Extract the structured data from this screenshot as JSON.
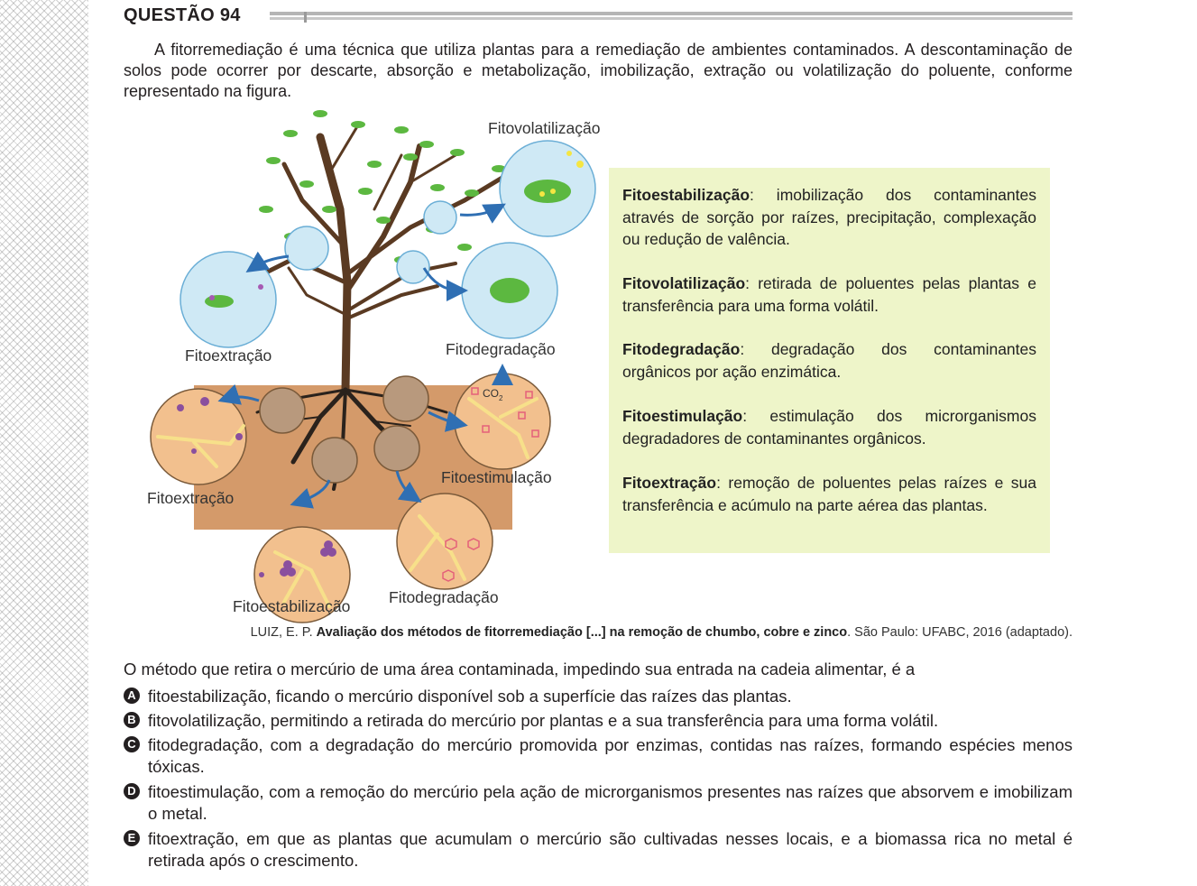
{
  "header": {
    "title": "QUESTÃO 94"
  },
  "intro": "A fitorremediação é uma técnica que utiliza plantas para a remediação de ambientes contaminados. A descontaminação de solos pode ocorrer por descarte, absorção e metabolização, imobilização, extração ou volatilização do poluente, conforme representado na figura.",
  "figure": {
    "labels": {
      "fitovolatilizacao": "Fitovolatilização",
      "fitoextracao_top": "Fitoextração",
      "fitodegradacao_top": "Fitodegradação",
      "fitoestimulacao": "Fitoestimulação",
      "fitoextracao_bottom": "Fitoextração",
      "fitoestabilizacao": "Fitoestabilização",
      "fitodegradacao_bottom": "Fitodegradação",
      "co2": "CO",
      "co2_sub": "2"
    },
    "colors": {
      "leaf": "#5cb840",
      "trunk": "#5a3a22",
      "soil": "#d49a6a",
      "bubble": "#cfe9f5",
      "root_bubble": "#f2c08e",
      "arrow": "#2f6fb3"
    }
  },
  "definitions": [
    {
      "term": "Fitoestabilização",
      "text": ": imobilização dos contaminantes através de sorção por raízes, precipitação, complexação ou redução de valência."
    },
    {
      "term": "Fitovolatilização",
      "text": ": retirada de poluentes pelas plantas e transferência para uma forma volátil."
    },
    {
      "term": "Fitodegradação",
      "text": ": degradação dos contaminantes orgânicos por ação enzimática."
    },
    {
      "term": "Fitoestimulação",
      "text": ": estimulação dos microrganismos degradadores de contaminantes orgânicos."
    },
    {
      "term": "Fitoextração",
      "text": ": remoção de poluentes pelas raízes e sua transferência e acúmulo na parte aérea das plantas."
    }
  ],
  "citation": {
    "author": "LUIZ, E. P. ",
    "title": "Avaliação dos métodos de fitorremediação [...] na remoção de chumbo, cobre e zinco",
    "rest": ". São Paulo: UFABC, 2016 (adaptado)."
  },
  "question": "O método que retira o mercúrio de uma área contaminada, impedindo sua entrada na cadeia alimentar, é a",
  "options": [
    {
      "letter": "A",
      "text": "fitoestabilização, ficando o mercúrio disponível sob a superfície das raízes das plantas."
    },
    {
      "letter": "B",
      "text": "fitovolatilização, permitindo a retirada do mercúrio por plantas e a sua transferência para uma forma volátil."
    },
    {
      "letter": "C",
      "text": "fitodegradação, com a degradação do mercúrio promovida por enzimas, contidas nas raízes, formando espécies menos tóxicas."
    },
    {
      "letter": "D",
      "text": "fitoestimulação, com a remoção do mercúrio pela ação de microrganismos presentes nas raízes que absorvem e imobilizam o metal."
    },
    {
      "letter": "E",
      "text": "fitoextração, em que as plantas que acumulam o mercúrio são cultivadas nesses locais, e a biomassa rica no metal é retirada após o crescimento."
    }
  ]
}
